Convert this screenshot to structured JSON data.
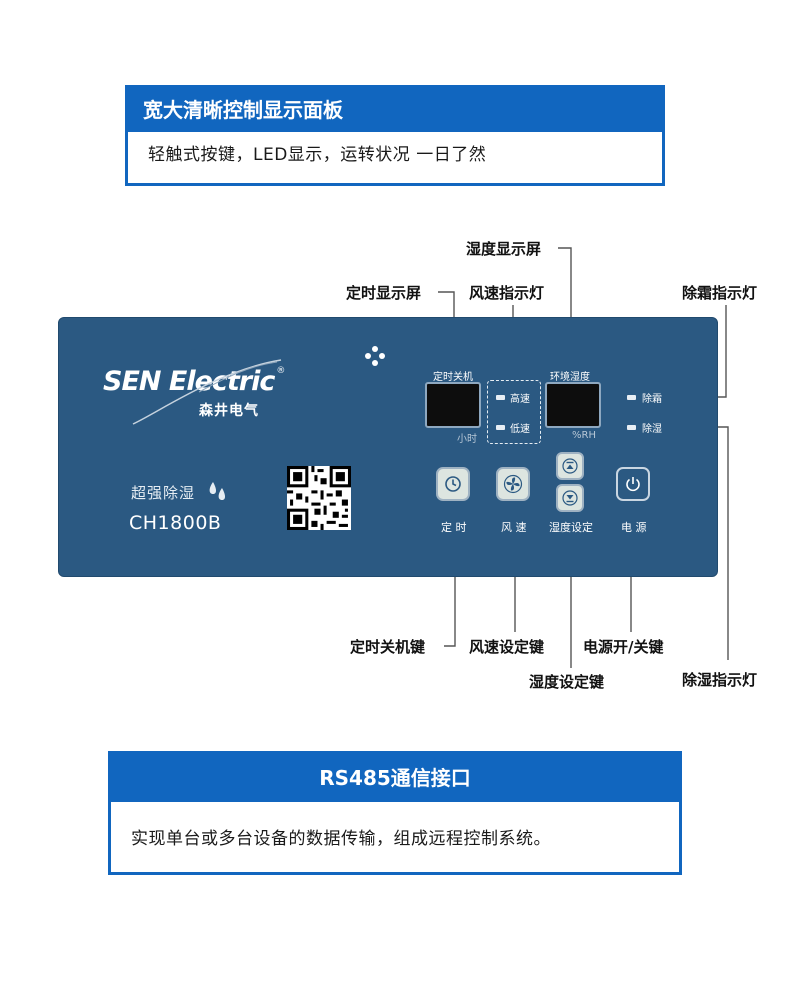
{
  "intro": {
    "title": "宽大清晰控制显示面板",
    "description": "轻触式按键，LED显示，运转状况 一日了然"
  },
  "panel": {
    "brand": "SEN Electric",
    "registered": "®",
    "brand_cn": "森井电气",
    "product_line": "超强除湿",
    "model": "CH1800B",
    "timer_display_label": "定时关机",
    "timer_unit": "小时",
    "speed_high": "高速",
    "speed_low": "低速",
    "humidity_display_label": "环境湿度",
    "humidity_unit": "%RH",
    "defrost_label": "除霜",
    "dehumidify_label": "除湿",
    "btn_timer_label": "定 时",
    "btn_speed_label": "风 速",
    "btn_humidity_label": "湿度设定",
    "btn_power_label": "电 源"
  },
  "callouts": {
    "humidity_display": "湿度显示屏",
    "timer_display": "定时显示屏",
    "speed_indicator": "风速指示灯",
    "defrost_indicator": "除霜指示灯",
    "timer_key": "定时关机键",
    "speed_key": "风速设定键",
    "power_key": "电源开/关键",
    "humidity_key": "湿度设定键",
    "dehumidify_indicator": "除湿指示灯"
  },
  "rs485": {
    "title": "RS485通信接口",
    "description": "实现单台或多台设备的数据传输，组成远程控制系统。"
  },
  "colors": {
    "accent_blue": "#1166bf",
    "panel_blue": "#2b5982"
  },
  "icons": [
    "clock-icon",
    "fan-icon",
    "arrow-up-icon",
    "arrow-down-icon",
    "power-icon",
    "water-drops-icon",
    "qr-code-icon"
  ]
}
